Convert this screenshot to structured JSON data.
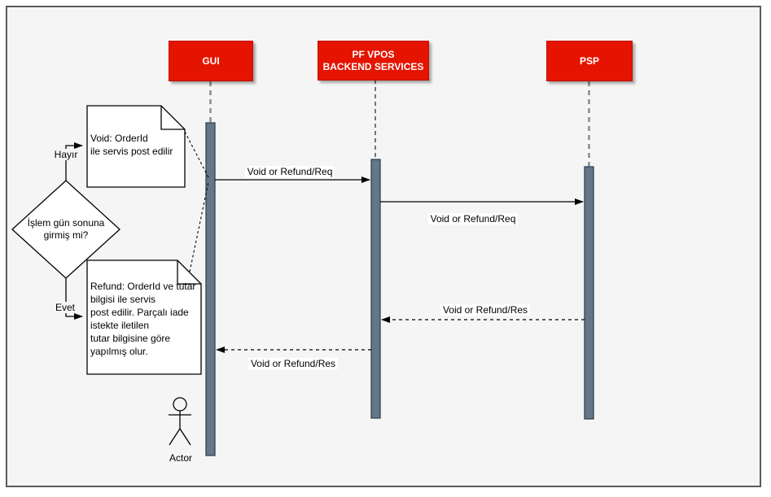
{
  "colors": {
    "participant_fill": "#e51400",
    "participant_border": "#bf0f00",
    "participant_text": "#ffffff",
    "activation_fill": "#647687",
    "activation_border": "#314354",
    "canvas_bg": "#f5f5f5",
    "lifeline_gray": "#8f8f8f",
    "line_black": "#000000"
  },
  "participants": [
    {
      "label": "GUI"
    },
    {
      "label": "PF VPOS\nBACKEND SERVICES"
    },
    {
      "label": "PSP"
    }
  ],
  "messages": [
    {
      "label": "Void or Refund/Req",
      "from": "GUI",
      "to": "PF VPOS BACKEND SERVICES",
      "style": "solid"
    },
    {
      "label": "Void or Refund/Req",
      "from": "PF VPOS BACKEND SERVICES",
      "to": "PSP",
      "style": "solid"
    },
    {
      "label": "Void or Refund/Res",
      "from": "PSP",
      "to": "PF VPOS BACKEND SERVICES",
      "style": "dashed"
    },
    {
      "label": "Void or Refund/Res",
      "from": "PF VPOS BACKEND SERVICES",
      "to": "GUI",
      "style": "dashed"
    }
  ],
  "decision": {
    "question": "İşlem gün sonuna\ngirmiş mi?",
    "no_label": "Hayır",
    "yes_label": "Evet"
  },
  "notes": [
    {
      "text": "Void: OrderId\nile servis post edilir"
    },
    {
      "text": "Refund: OrderId ve tutar\nbilgisi ile servis\npost edilir. Parçalı iade\nistekte iletilen\ntutar bilgisine göre\nyapılmış olur."
    }
  ],
  "actor": {
    "label": "Actor"
  }
}
